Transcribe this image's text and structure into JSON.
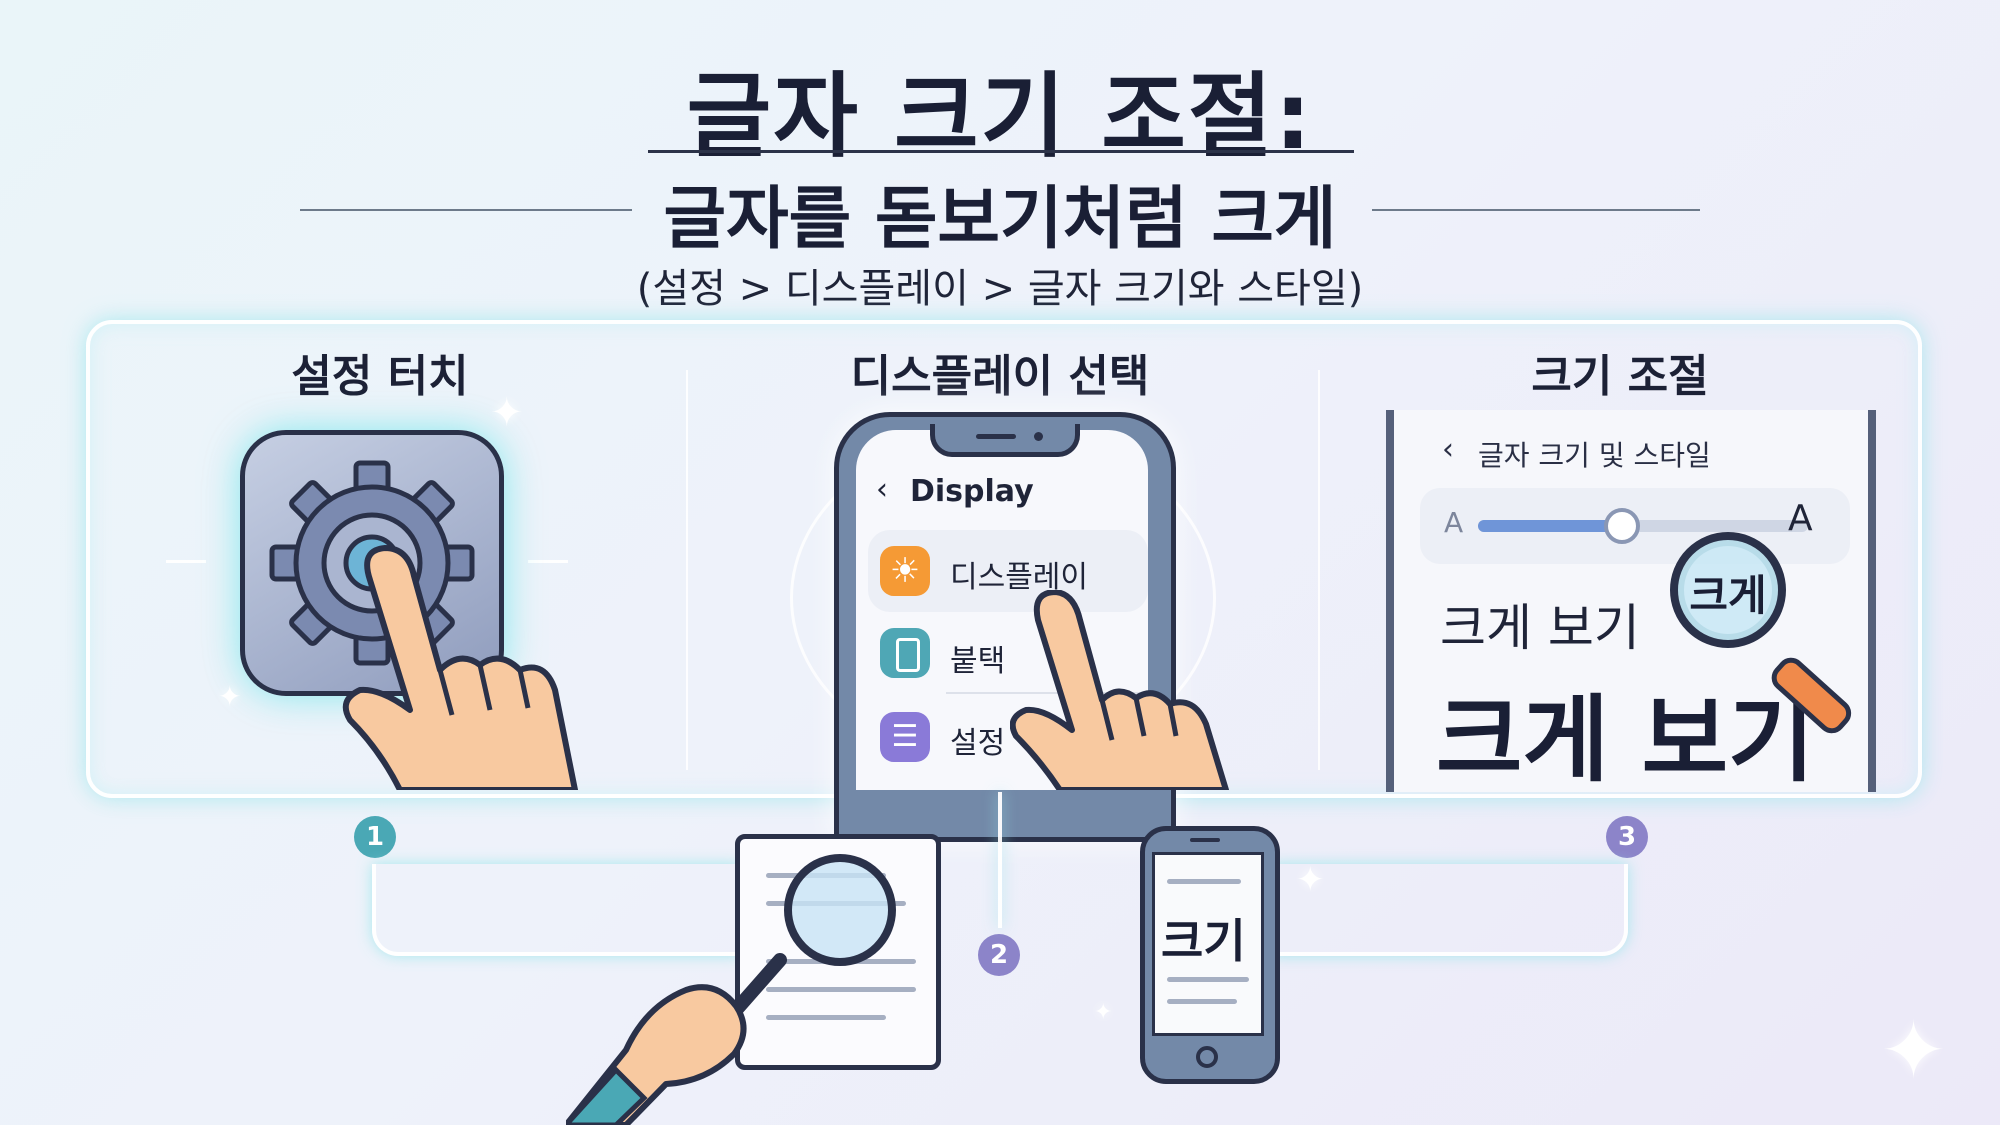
{
  "header": {
    "title": "글자 크기 조절:",
    "subtitle": "글자를 돋보기처럼 크게",
    "path": "(설정 > 디스플레이 > 글자 크기와 스타일)"
  },
  "panels": [
    {
      "label": "설정 터치",
      "step": "1"
    },
    {
      "label": "디스플레이 선택",
      "step": "2"
    },
    {
      "label": "크기 조절",
      "step": "3"
    }
  ],
  "phone_menu": {
    "back_title": "Display",
    "items": [
      {
        "label": "디스플레이",
        "icon": "sun-icon",
        "color": "#f59a35"
      },
      {
        "label": "붙택",
        "icon": "phone-icon",
        "color": "#4fa7b5"
      },
      {
        "label": "설정",
        "icon": "sliders-icon",
        "color": "#8a7ad8"
      }
    ]
  },
  "text_size_screen": {
    "header": "글자 크기 및 스타일",
    "small_a": "A",
    "large_a": "A",
    "slider_level": 0.45,
    "medium_text": "크게 보기",
    "large_text": "크게 보기",
    "magnifier_text": "크게"
  },
  "small_phone_text": "크기",
  "colors": {
    "step1": "#4aa8b5",
    "step2": "#8c84c9",
    "step3": "#8c84c9",
    "glow": "#9fe8ec"
  }
}
